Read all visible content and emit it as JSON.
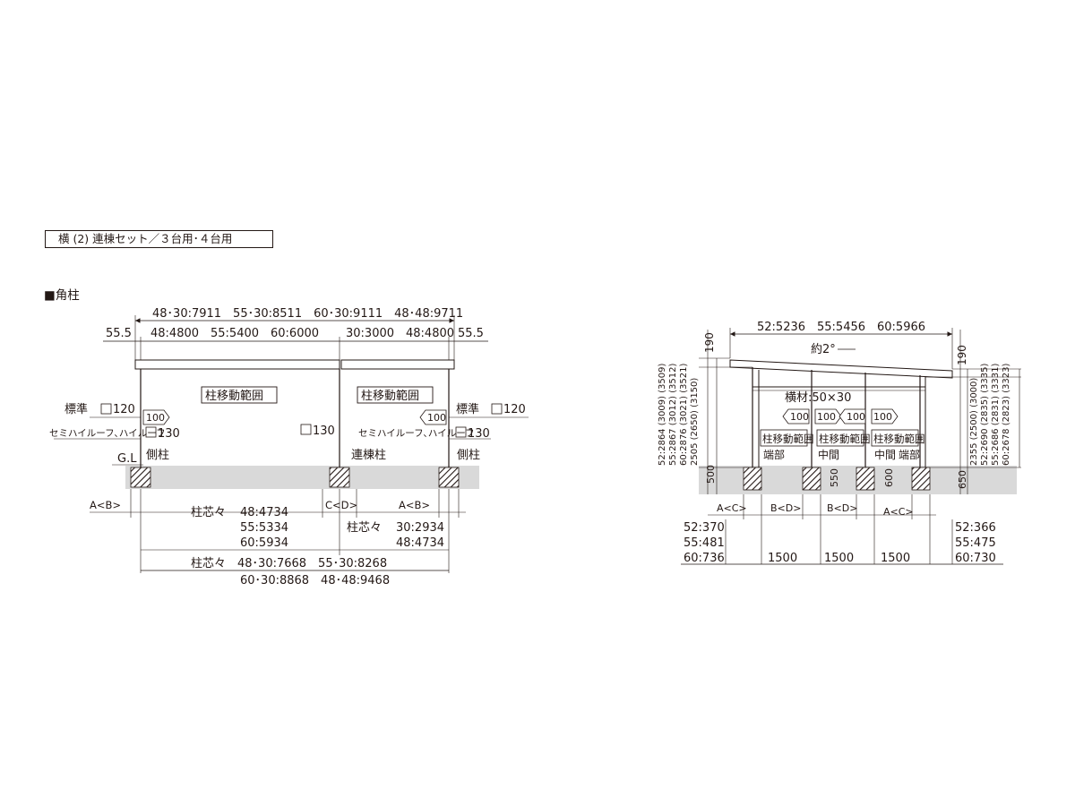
{
  "header": {
    "title": "横 (2) 連棟セット／３台用･４台用"
  },
  "section": {
    "title": "■角柱"
  },
  "front_view": {
    "top_dims": "48･30:7911　55･30:8511　60･30:9111　48･48:9711",
    "eave_left": "55.5",
    "eave_right": "55.5",
    "span_left": "48:4800　55:5400　60:6000",
    "span_right": "30:3000　48:4800",
    "zone_left": "柱移動範囲",
    "zone_right": "柱移動範囲",
    "std_left": "標準",
    "std_right": "標準",
    "std_val_left": "120",
    "std_val_right": "120",
    "semi_left": "セミハイルーフ､ハイルーフ",
    "semi_right": "セミハイルーフ､ハイルーフ",
    "semi_val_left": "130",
    "semi_val_right": "130",
    "mid_post_val": "130",
    "offset_left": "100",
    "offset_right": "100",
    "gl": "G.L",
    "side_post_left": "側柱",
    "side_post_right": "側柱",
    "joint_post": "連棟柱",
    "dim_ab_left": "A<B>",
    "dim_cd": "C<D>",
    "dim_ab_right": "A<B>",
    "center_left_label": "柱芯々",
    "center_left_values": [
      "48:4734",
      "55:5334",
      "60:5934"
    ],
    "center_right_label": "柱芯々",
    "center_right_values": [
      "30:2934",
      "48:4734"
    ],
    "total_line1": "柱芯々　48･30:7668　55･30:8268",
    "total_line2": "60･30:8868　48･48:9468"
  },
  "side_view": {
    "top_span": "52:5236　55:5456　60:5966",
    "slope": "約2°",
    "roof_left": "190",
    "roof_right": "190",
    "beam": "横材:50×30",
    "offsets": [
      "100",
      "100",
      "100",
      "100"
    ],
    "zones": [
      "柱移動範囲",
      "柱移動範囲",
      "柱移動範囲",
      "柱移動範囲"
    ],
    "pos_labels": [
      "端部",
      "中間",
      "中間",
      "端部"
    ],
    "height_left": [
      "52:2864 (3009) (3509)",
      "55:2867 (3012) (3512)",
      "60:2876 (3021) (3521)",
      "2505 (2650) (3150)"
    ],
    "height_right": [
      "2355 (2500) (3000)",
      "52:2690 (2835) (3335)",
      "55:2686 (2831) (3331)",
      "60:2678 (2823) (3323)"
    ],
    "base_left": "500",
    "base_right": "650",
    "depth_1": "550",
    "depth_2": "600",
    "dim_labels": [
      "A<C>",
      "B<D>",
      "B<D>",
      "A<C>"
    ],
    "bottom_left": [
      "52:370",
      "55:481",
      "60:736"
    ],
    "bottom_right": [
      "52:366",
      "55:475",
      "60:730"
    ],
    "spacing": [
      "1500",
      "1500",
      "1500"
    ]
  }
}
